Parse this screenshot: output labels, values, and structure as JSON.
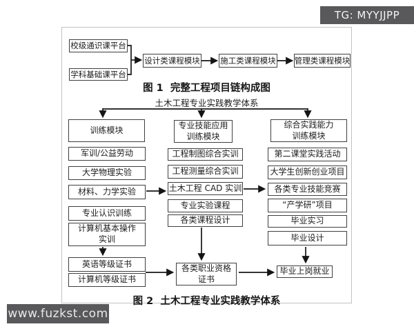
{
  "watermarks": {
    "tg": "TG: MYYJJPP",
    "site": "www.fuzkst.com"
  },
  "colors": {
    "badge_bg": "#59595b",
    "badge_text": "#f5f5f5",
    "panel_border": "#c2c2c2",
    "node_border": "#3e3e3e",
    "arrow": "#151515",
    "text": "#1c1c1c"
  },
  "fig1": {
    "caption": "图 1  完整工程项目链构成图",
    "nodes": {
      "platform_school": "校级通识课平台",
      "platform_subject": "学科基础课平台",
      "module_design": "设计类课程模块",
      "module_construction": "施工类课程模块",
      "module_management": "管理类课程模块"
    }
  },
  "fig2": {
    "title": "土木工程专业实践教学体系",
    "caption": "图 2  土木工程专业实践教学体系",
    "headers": {
      "left": "训练模块",
      "mid_line1": "专业技能应用",
      "mid_line2": "训练模块",
      "right_line1": "综合实践能力",
      "right_line2": "训练模块"
    },
    "left": [
      "军训/公益劳动",
      "大学物理实验",
      "材料、力学实验",
      "专业认识训练"
    ],
    "left_wrap": {
      "line1": "计算机基本操作",
      "line2": "实训"
    },
    "left_certs": [
      "英语等级证书",
      "计算机等级证书"
    ],
    "mid": [
      "工程制图综合实训",
      "工程测量综合实训",
      "土木工程 CAD 实训",
      "专业实验课程",
      "各类课程设计"
    ],
    "mid_wrap": {
      "line1": "各类职业资格",
      "line2": "证书"
    },
    "right": [
      "第二课堂实践活动",
      "大学生创新创业项目",
      "各类专业技能竞赛",
      "“产学研”项目",
      "毕业实习",
      "毕业设计"
    ],
    "final": "毕业上岗就业"
  }
}
